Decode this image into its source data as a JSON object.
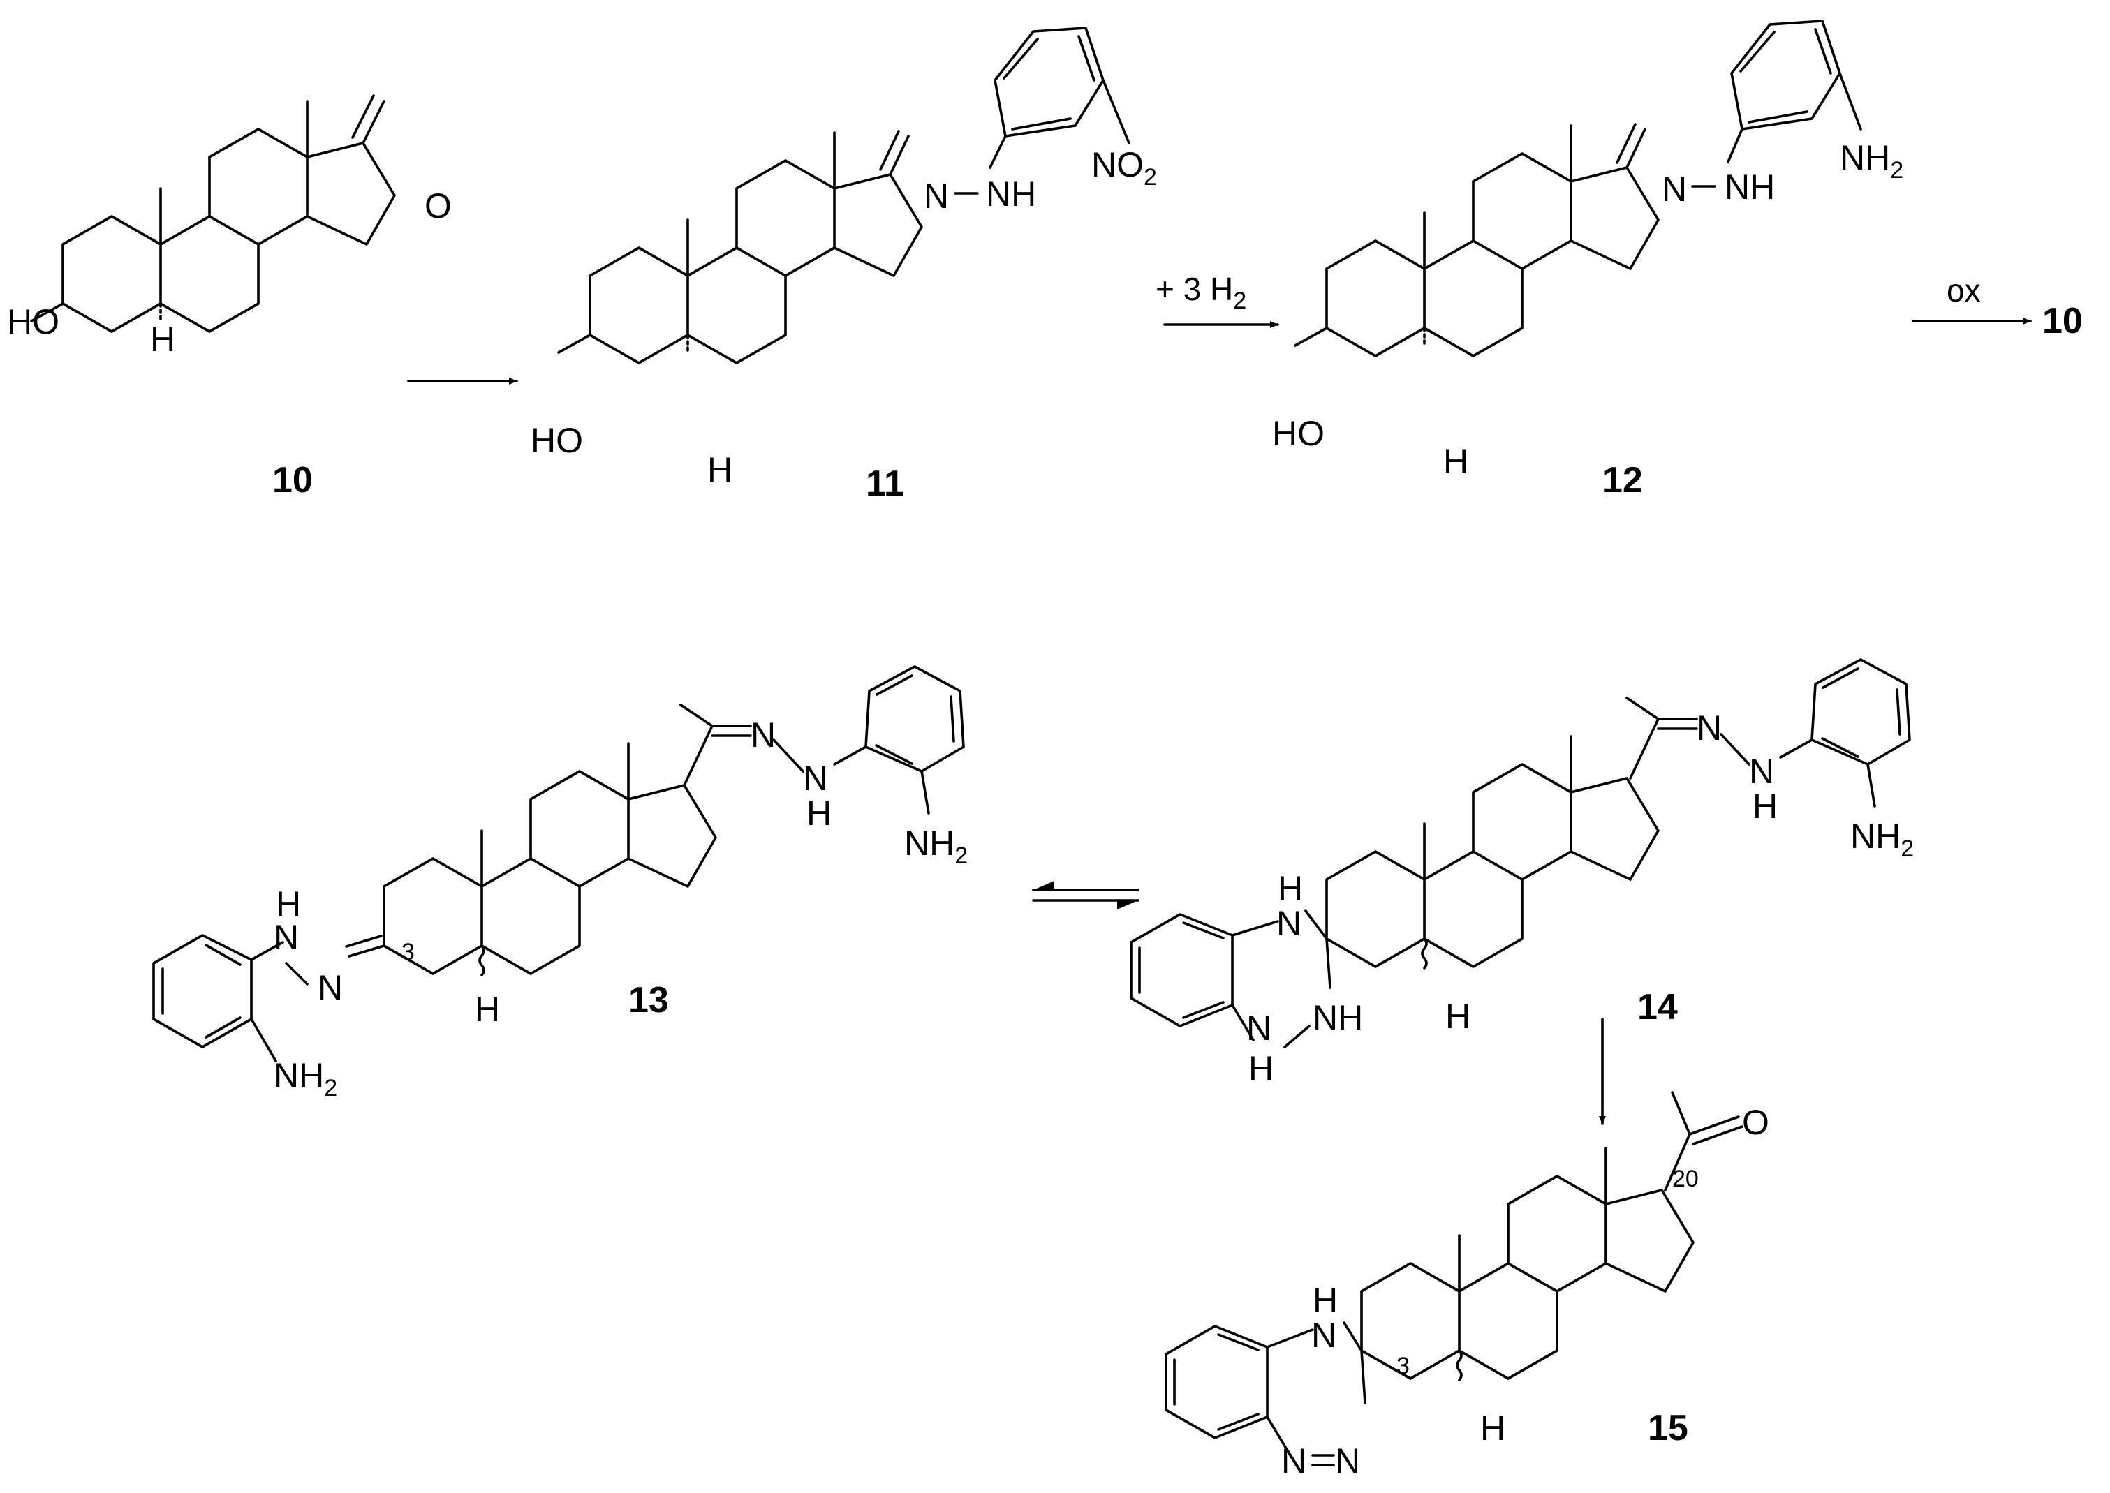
{
  "compounds": [
    {
      "id": "10",
      "label": "10"
    },
    {
      "id": "11",
      "label": "11"
    },
    {
      "id": "12",
      "label": "12"
    },
    {
      "id": "13",
      "label": "13"
    },
    {
      "id": "14",
      "label": "14"
    },
    {
      "id": "15",
      "label": "15"
    }
  ],
  "atoms": {
    "ho": "HO",
    "h": "H",
    "o": "O",
    "n": "N",
    "nh": "NH",
    "no": "NO",
    "two": "2",
    "three": "3",
    "twenty": "20"
  },
  "arrows": {
    "step2_label": "+ 3 H",
    "step2_sub": "2",
    "step3_label": "ox",
    "step3_product": "10"
  }
}
